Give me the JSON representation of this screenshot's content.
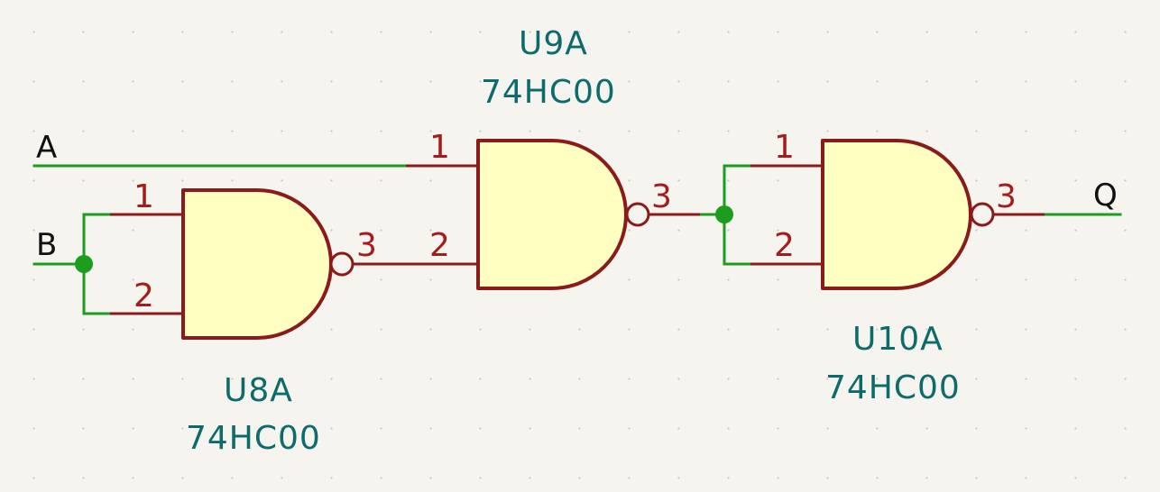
{
  "nets": {
    "a": "A",
    "b": "B",
    "q": "Q"
  },
  "gates": {
    "u8a": {
      "ref": "U8A",
      "value": "74HC00",
      "pin1": "1",
      "pin2": "2",
      "pin3": "3"
    },
    "u9a": {
      "ref": "U9A",
      "value": "74HC00",
      "pin1": "1",
      "pin2": "2",
      "pin3": "3"
    },
    "u10a": {
      "ref": "U10A",
      "value": "74HC00",
      "pin1": "1",
      "pin2": "2",
      "pin3": "3"
    }
  },
  "colors": {
    "wire": "#1d9d1d",
    "pin": "#8b1a1a",
    "gate_fill": "#ffffc2",
    "reference": "#0e6b6b",
    "background": "#f5f4ef"
  }
}
